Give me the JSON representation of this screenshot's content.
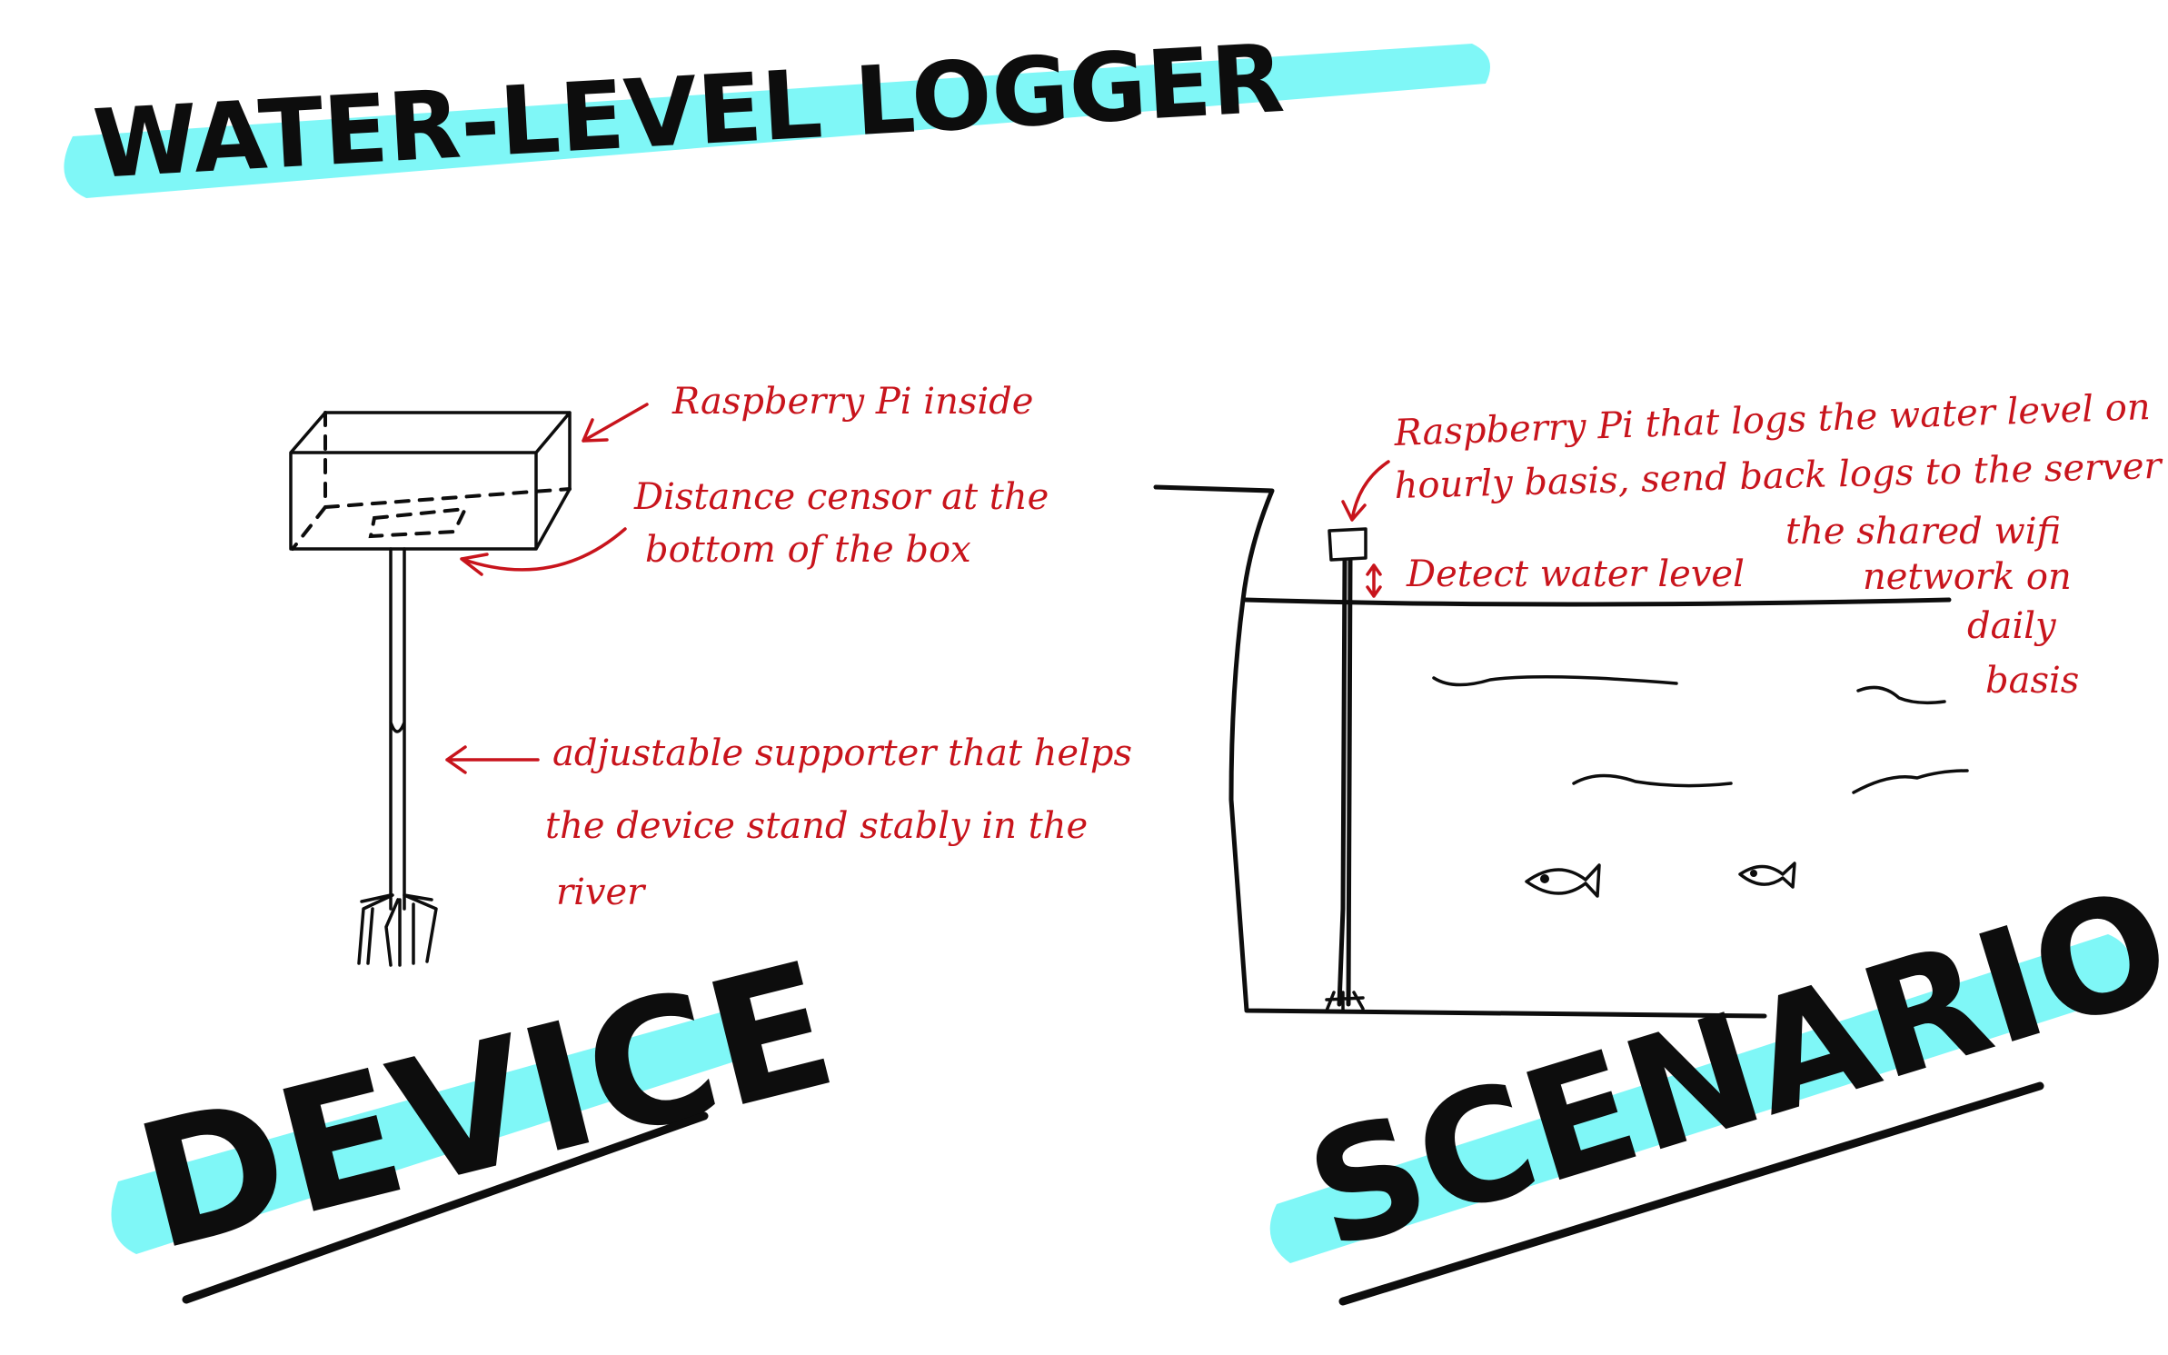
{
  "title": "WATER-LEVEL  LOGGER",
  "sections": {
    "device": "DEVICE",
    "scenario": "SCENARIO"
  },
  "device_notes": {
    "pi_inside": "Raspberry Pi inside",
    "sensor_line1": "Distance censor at the",
    "sensor_line2": "bottom of the box",
    "support_line1": "adjustable supporter that helps",
    "support_line2": "the device stand stably in the",
    "support_line3": "river"
  },
  "scenario_notes": {
    "pi_line1": "Raspberry Pi that logs the water level on",
    "pi_line2": "hourly basis, send back logs to the server on",
    "pi_line3": "the shared wifi",
    "pi_line4": "network on",
    "pi_line5": "daily",
    "pi_line6": "basis",
    "detect": "Detect water level"
  },
  "colors": {
    "ink": "#0d0d0d",
    "annotation": "#c8141c",
    "highlighter": "#7ff7f7"
  }
}
